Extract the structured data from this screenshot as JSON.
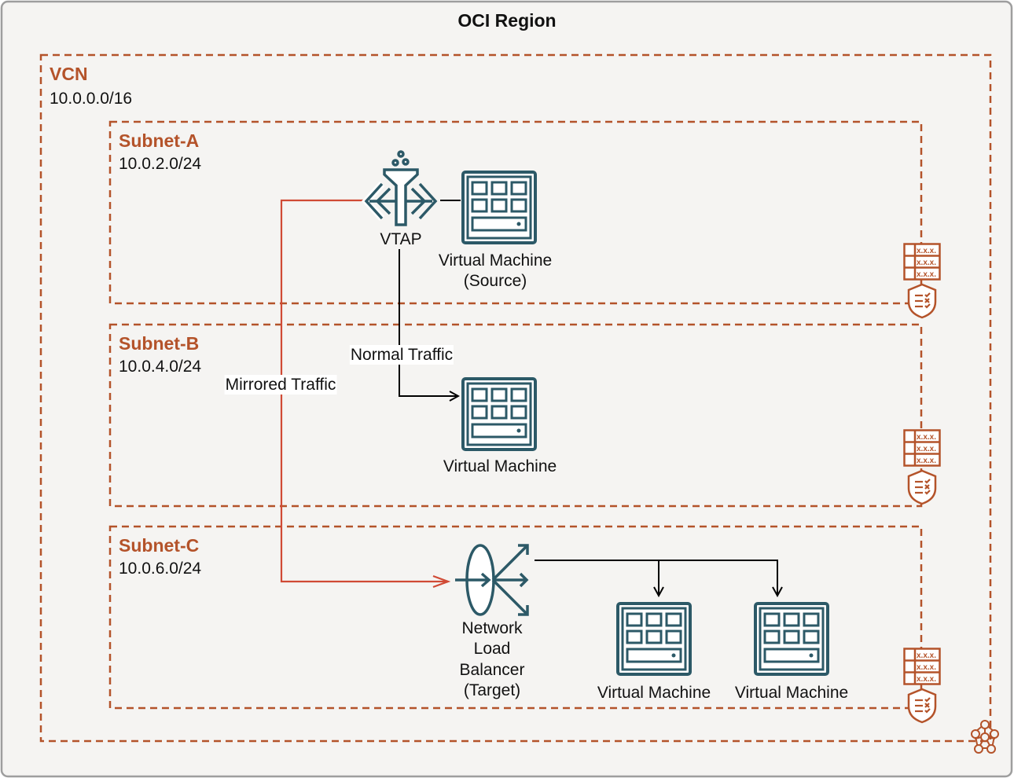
{
  "region": {
    "title": "OCI Region"
  },
  "vcn": {
    "label": "VCN",
    "cidr": "10.0.0.0/16"
  },
  "subnets": [
    {
      "label": "Subnet-A",
      "cidr": "10.0.2.0/24"
    },
    {
      "label": "Subnet-B",
      "cidr": "10.0.4.0/24"
    },
    {
      "label": "Subnet-C",
      "cidr": "10.0.6.0/24"
    }
  ],
  "nodes": {
    "vtap": "VTAP",
    "vm_source_line1": "Virtual Machine",
    "vm_source_line2": "(Source)",
    "vm_b": "Virtual Machine",
    "nlb_line1": "Network",
    "nlb_line2": "Load",
    "nlb_line3": "Balancer",
    "nlb_line4": "(Target)",
    "vm_c1": "Virtual Machine",
    "vm_c2": "Virtual Machine"
  },
  "edges": {
    "normal": "Normal Traffic",
    "mirrored": "Mirrored Traffic"
  },
  "route_table_entry": "x.x.x.",
  "colors": {
    "accent": "#b4532a",
    "icon": "#2c5967",
    "mirrored": "#d04a35",
    "normal": "#000000",
    "region_border": "#9e9e9e",
    "background": "#f5f4f2"
  }
}
